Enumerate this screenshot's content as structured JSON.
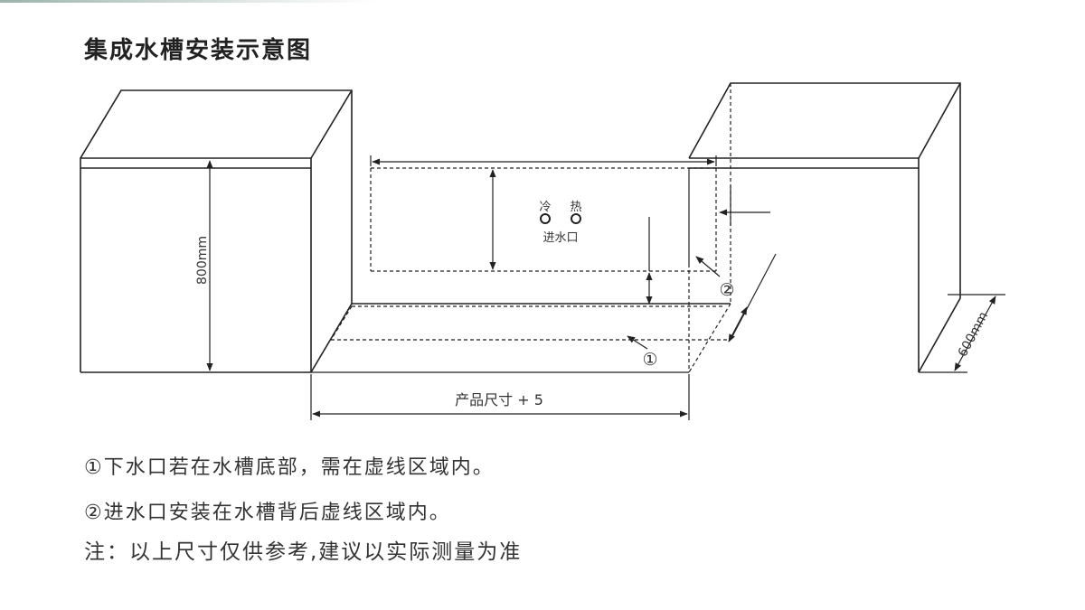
{
  "title": "集成水槽安装示意图",
  "diagram": {
    "height_label": "800mm",
    "depth_label": "600mm",
    "width_label": "产品尺寸 + 5",
    "cold_label": "冷",
    "hot_label": "热",
    "inlet_label": "进水口",
    "marker_1": "①",
    "marker_2": "②"
  },
  "notes": {
    "note_1": "①下水口若在水槽底部，需在虚线区域内。",
    "note_2": "②进水口安装在水槽背后虚线区域内。",
    "note_3": "注：以上尺寸仅供参考,建议以实际测量为准"
  },
  "colors": {
    "line": "#222222",
    "text": "#333333",
    "accent": "#9bb3ad"
  }
}
